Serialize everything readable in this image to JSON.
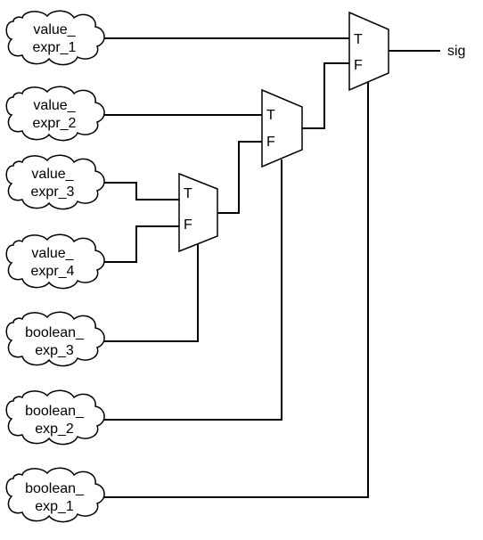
{
  "inputs": {
    "value_expr_1": [
      "value_",
      "expr_1"
    ],
    "value_expr_2": [
      "value_",
      "expr_2"
    ],
    "value_expr_3": [
      "value_",
      "expr_3"
    ],
    "value_expr_4": [
      "value_",
      "expr_4"
    ],
    "boolean_exp_3": [
      "boolean_",
      "exp_3"
    ],
    "boolean_exp_2": [
      "boolean_",
      "exp_2"
    ],
    "boolean_exp_1": [
      "boolean_",
      "exp_1"
    ]
  },
  "mux": {
    "true_label": "T",
    "false_label": "F"
  },
  "output": "sig"
}
